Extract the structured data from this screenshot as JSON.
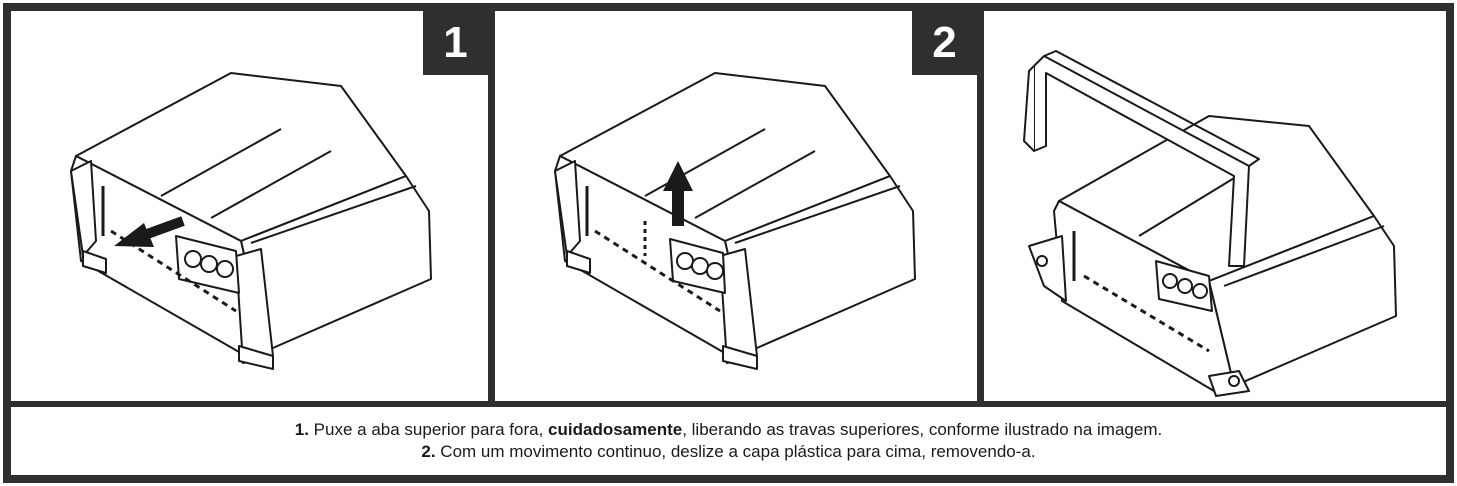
{
  "steps": [
    {
      "number": "1"
    },
    {
      "number": "2"
    }
  ],
  "instructions": [
    {
      "number": "1.",
      "before": " Puxe a aba superior para fora, ",
      "emphasis": "cuidadosamente",
      "after": ", liberando as travas superiores, conforme ilustrado na imagem."
    },
    {
      "number": "2.",
      "text": " Com um movimento continuo, deslize a capa plástica para cima, removendo-a."
    }
  ],
  "colors": {
    "frame": "#2f2f2f",
    "background": "#ffffff",
    "line": "#1a1a1a"
  },
  "icons": [
    "pull-out-arrow-icon",
    "lift-up-arrow-icon"
  ]
}
